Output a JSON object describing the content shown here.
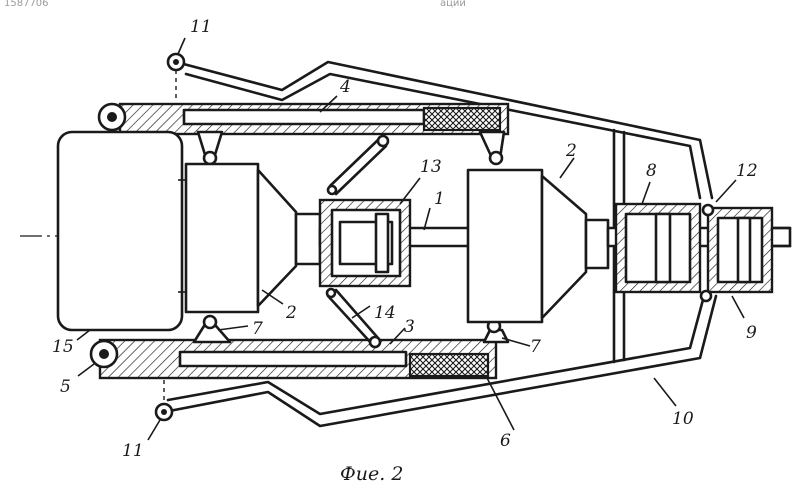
{
  "figure": {
    "caption": "Фие. 2",
    "top_fragment": "1587706",
    "top_fragment_right": "ации"
  },
  "labels": {
    "n1": "1",
    "n2a": "2",
    "n2b": "2",
    "n2c": "2",
    "n3": "3",
    "n4": "4",
    "n5": "5",
    "n6": "6",
    "n7a": "7",
    "n7b": "7",
    "n8": "8",
    "n9": "9",
    "n10": "10",
    "n11a": "11",
    "n11b": "11",
    "n12": "12",
    "n13": "13",
    "n14": "14",
    "n15": "15"
  },
  "colors": {
    "ink": "#1a1a1a",
    "paper": "#ffffff"
  }
}
